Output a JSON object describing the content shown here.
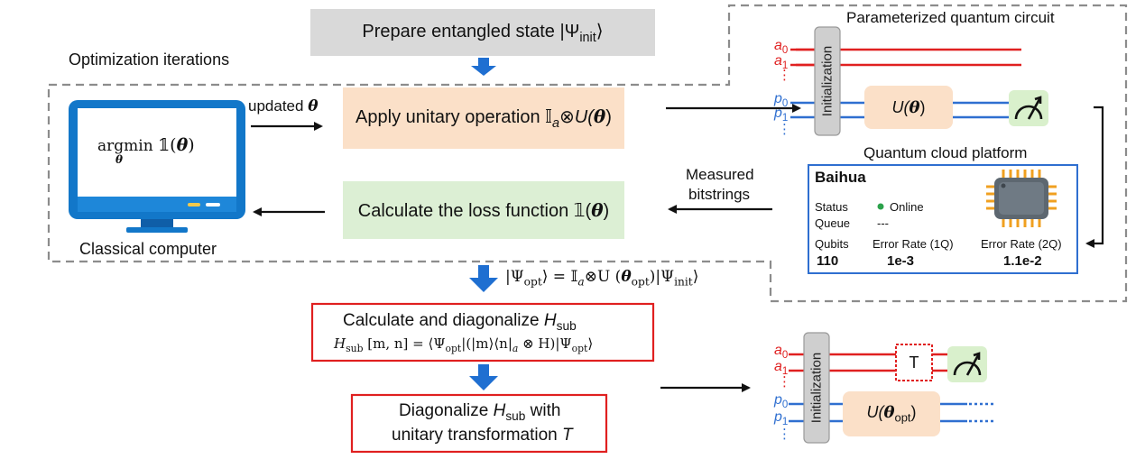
{
  "top_box": {
    "text": "Prepare entangled state |Ψ",
    "sub": "init",
    "close": "⟩"
  },
  "optimization_label": "Optimization iterations",
  "computer": {
    "label": "Classical computer",
    "formula_pre": "argmin",
    "formula_sub": "θ",
    "formula_post": "𝟙(",
    "theta": "θ",
    "close": ")"
  },
  "updated_label": {
    "pre": "updated ",
    "theta": "θ"
  },
  "unitary_box": {
    "pre": "Apply unitary operation 𝕀",
    "a": "a",
    "mid": "⊗U(",
    "theta": "θ",
    "close": ")"
  },
  "loss_box": {
    "pre": "Calculate the loss function 𝟙(",
    "theta": "θ",
    "close": ")"
  },
  "measured_label": {
    "line1": "Measured",
    "line2": "bitstrings"
  },
  "circuit": {
    "title": "Parameterized quantum circuit",
    "init_label": "Initialization",
    "u_label": {
      "pre": "U(",
      "theta": "θ",
      "close": ")"
    },
    "a0": "a",
    "a0_sub": "0",
    "a1": "a",
    "a1_sub": "1",
    "p0": "p",
    "p0_sub": "0",
    "p1": "p",
    "p1_sub": "1",
    "dots": "⋮"
  },
  "cloud": {
    "title": "Quantum cloud platform",
    "name": "Baihua",
    "status_key": "Status",
    "status_value": "Online",
    "queue_key": "Queue",
    "queue_value": "---",
    "qubits_key": "Qubits",
    "qubits_value": "110",
    "err1_key": "Error Rate (1Q)",
    "err1_value": "1e-3",
    "err2_key": "Error Rate (2Q)",
    "err2_value": "1.1e-2"
  },
  "opt_state": {
    "pre": "|Ψ",
    "pre_sub": "opt",
    "mid": "⟩ = 𝕀",
    "a": "a",
    "op": "⊗U (",
    "theta": "θ",
    "theta_sub": "opt",
    "post": ")|Ψ",
    "post_sub": "init",
    "close": "⟩"
  },
  "diag_box1": {
    "line1_pre": "Calculate and diagonalize ",
    "line1_H": "H",
    "line1_sub": "sub",
    "line2_H": "H",
    "line2_sub": "sub",
    "line2_rest": " [m, n] = ⟨Ψ",
    "line2_opt": "opt",
    "line2_mid": "|(|m⟩⟨n|",
    "line2_a": "a",
    "line2_tail": " ⊗ H)|Ψ",
    "line2_opt2": "opt",
    "line2_close": "⟩"
  },
  "diag_box2": {
    "line1_pre": "Diagonalize ",
    "line1_H": "H",
    "line1_sub": "sub",
    "line1_post": " with",
    "line2": "unitary transformation ",
    "line2_T": "T"
  },
  "circuit2": {
    "init_label": "Initialization",
    "t_label": "T",
    "u_label": {
      "pre": "U(",
      "theta": "θ",
      "sub": "opt",
      "close": ")"
    },
    "a0": "a",
    "a0_sub": "0",
    "a1": "a",
    "a1_sub": "1",
    "p0": "p",
    "p0_sub": "0",
    "p1": "p",
    "p1_sub": "1",
    "dots": "⋮"
  },
  "colors": {
    "gray_box": "#d9d9d9",
    "orange_box": "#fbe0c8",
    "green_box": "#dcefd4",
    "red": "#e02020",
    "blue": "#2f6fd0",
    "arrow_blue": "#1f6fd1",
    "measure_box": "#d9f0cc",
    "init_box": "#cfcfcf",
    "online": "#2ca24b"
  }
}
